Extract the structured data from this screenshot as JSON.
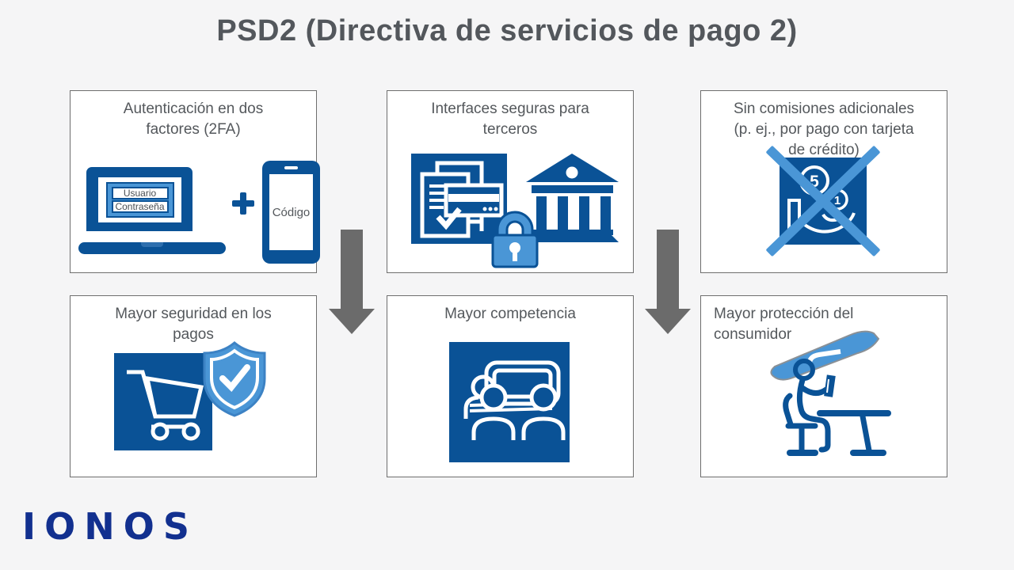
{
  "title": "PSD2 (Directiva de servicios de pago 2)",
  "logo": {
    "text": "IONOS"
  },
  "colors": {
    "background": "#f5f5f6",
    "dark_blue": "#0a5296",
    "light_blue": "#4a96d6",
    "arrow_gray": "#6b6b6b",
    "text_gray": "#54585c",
    "logo_blue": "#12308f"
  },
  "cards": [
    {
      "title": "Autenticación en dos factores (2FA)",
      "lines": [
        "Autenticación en dos",
        "factores (2FA)"
      ],
      "icon": "laptop-login-plus-phone-icon"
    },
    {
      "title": "Interfaces seguras para terceros",
      "lines": [
        "Interfaces seguras para",
        "terceros"
      ],
      "icon": "documents-card-lock-bank-icon"
    },
    {
      "title": "Sin comisiones adicionales (p. ej., por pago con tarjeta de crédito)",
      "lines": [
        "Sin comisiones adicionales",
        "(p. ej., por pago con tarjeta",
        "de crédito)"
      ],
      "icon": "crossed-out-coins-in-hand-icon"
    },
    {
      "title": "Mayor seguridad en los pagos",
      "lines": [
        "Mayor seguridad en los",
        "pagos"
      ],
      "icon": "shopping-cart-shield-check-icon"
    },
    {
      "title": "Mayor competencia",
      "lines": [
        "Mayor competencia"
      ],
      "icon": "people-meeting-icon"
    },
    {
      "title": "Mayor protección del consumidor",
      "lines": [
        "Mayor protección del",
        "consumidor"
      ],
      "icon": "protective-hand-over-consumer-icon"
    }
  ],
  "icon_labels": {
    "username": "Usuario",
    "password": "Contraseña",
    "code": "Código",
    "coin_large": "5",
    "coin_small": "1"
  }
}
